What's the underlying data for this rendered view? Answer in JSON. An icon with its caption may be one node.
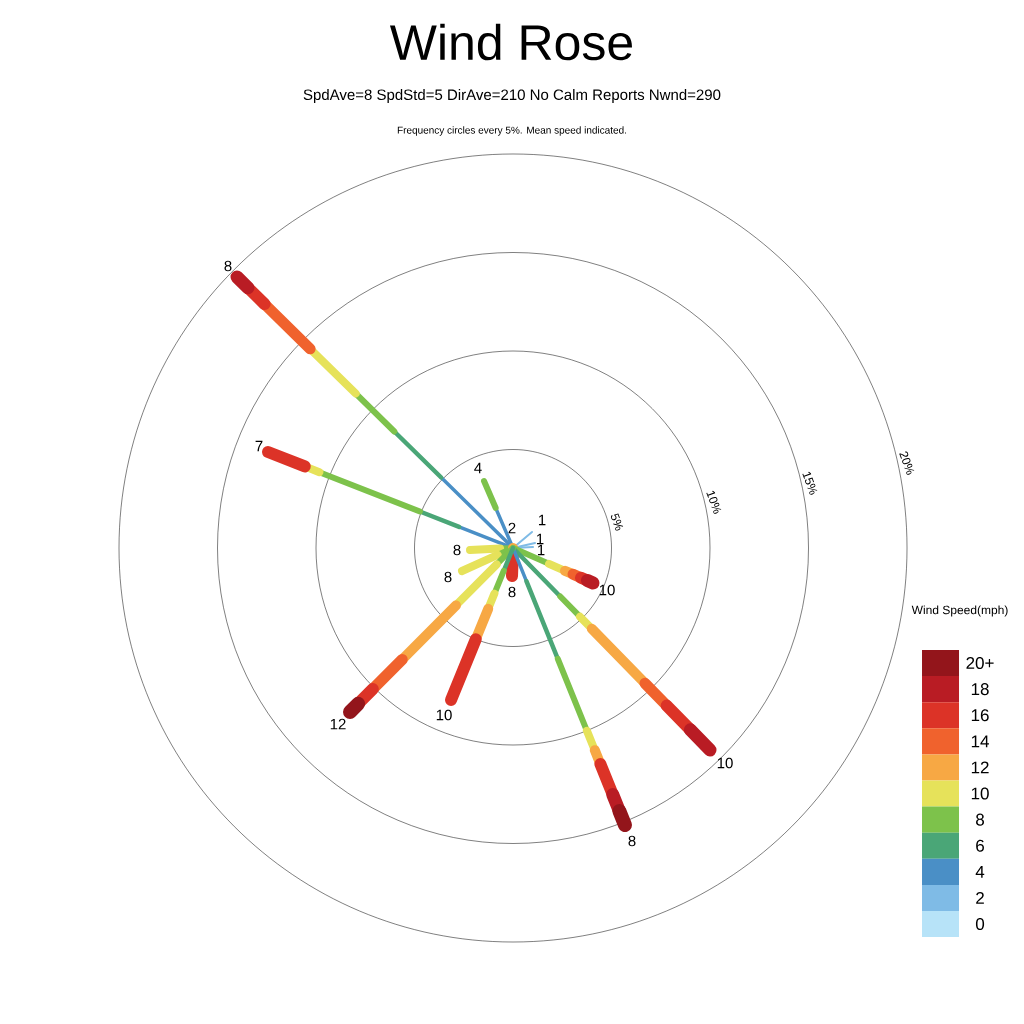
{
  "diagram": {
    "title": "Wind Rose",
    "labels": [
      "SpdAve=8 SpdStd=5 DirAve=210 No Calm Reports Nwnd=290",
      "Frequency circles every 5%. Mean speed indicated.",
      "8",
      "7",
      "4",
      "2",
      "1",
      "1",
      "1",
      "8",
      "8",
      "8",
      "5%",
      "10%",
      "15%",
      "20%",
      "10",
      "Wind Speed(mph)",
      "12",
      "10",
      "10",
      "8"
    ],
    "legend": [
      {
        "text": "20+",
        "color": "#93151b"
      },
      {
        "text": "18",
        "color": "#b91c24"
      },
      {
        "text": "16",
        "color": "#dc3327"
      },
      {
        "text": "14",
        "color": "#f0622d"
      },
      {
        "text": "12",
        "color": "#f7a844"
      },
      {
        "text": "10",
        "color": "#e6e25a"
      },
      {
        "text": "8",
        "color": "#7dc24b"
      },
      {
        "text": "6",
        "color": "#4aa677"
      },
      {
        "text": "4",
        "color": "#4a8fc6"
      },
      {
        "text": "2",
        "color": "#7fbbe6"
      },
      {
        "text": "0",
        "color": "#b7e3f8"
      }
    ]
  }
}
